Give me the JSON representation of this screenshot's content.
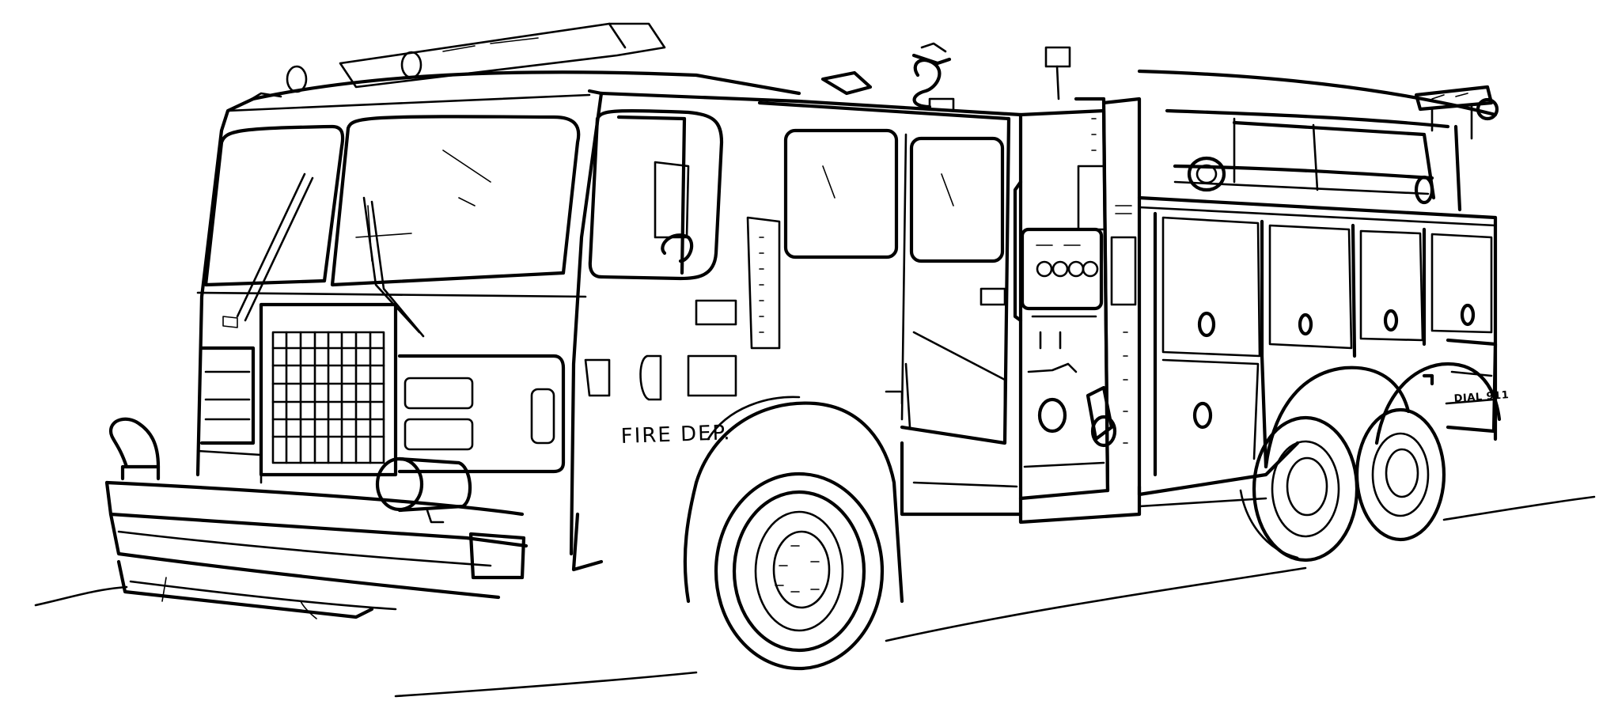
{
  "drawing": {
    "subject": "fire-truck",
    "style": "black-line-art",
    "colors": {
      "line": "#000000",
      "background": "#ffffff"
    }
  },
  "truck": {
    "door_label": "FIRE DEP.",
    "rear_plate": "DIAL 911"
  }
}
